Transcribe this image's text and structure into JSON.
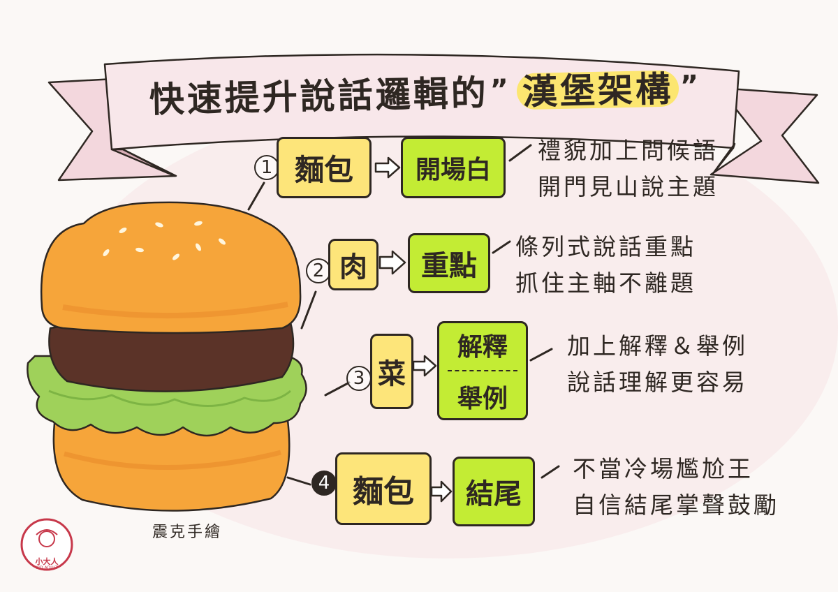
{
  "title": {
    "main": "快速提升說話邏輯的",
    "quote_open": "”",
    "highlight": "漢堡架構",
    "quote_close": "”"
  },
  "steps": [
    {
      "number": "1",
      "part": "麵包",
      "role": "開場白",
      "desc": [
        "禮貌加上問候語",
        "開門見山說主題"
      ]
    },
    {
      "number": "2",
      "part": "肉",
      "role": "重點",
      "desc": [
        "條列式說話重點",
        "抓住主軸不離題"
      ]
    },
    {
      "number": "3",
      "part": "菜",
      "role_top": "解釋",
      "role_bottom": "舉例",
      "desc": [
        "加上解釋＆舉例",
        "說話理解更容易"
      ]
    },
    {
      "number": "4",
      "part": "麵包",
      "role": "結尾",
      "desc": [
        "不當冷場尷尬王",
        "自信結尾掌聲鼓勵"
      ]
    }
  ],
  "caption": "震克手繪",
  "logo": {
    "text": "小大人",
    "sub": "KID ADULT"
  },
  "colors": {
    "box_yellow": "#fde57a",
    "box_green": "#c3ec34",
    "bun": "#f6a53a",
    "bun_shadow": "#e98a2a",
    "patty": "#5b3328",
    "lettuce": "#9fd15a",
    "ink": "#2e2722",
    "logo": "#c7384a"
  }
}
